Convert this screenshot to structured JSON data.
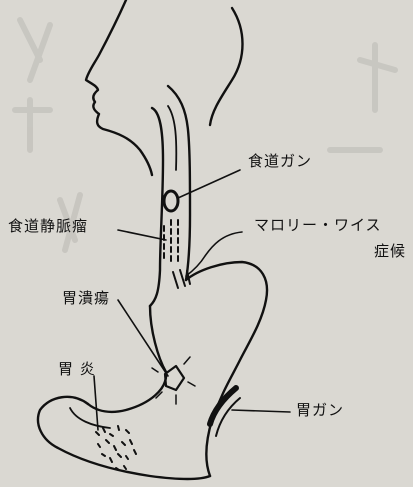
{
  "labels": {
    "esophageal_cancer": "食道ガン",
    "esophageal_varices": "食道静脈瘤",
    "mallory_weiss": "マロリー・ワイス",
    "mallory_weiss_2": "症候",
    "gastric_ulcer": "胃潰瘍",
    "gastritis": "胃 炎",
    "gastric_cancer": "胃ガン"
  },
  "colors": {
    "background": "#dad8d2",
    "ink": "#111111"
  }
}
